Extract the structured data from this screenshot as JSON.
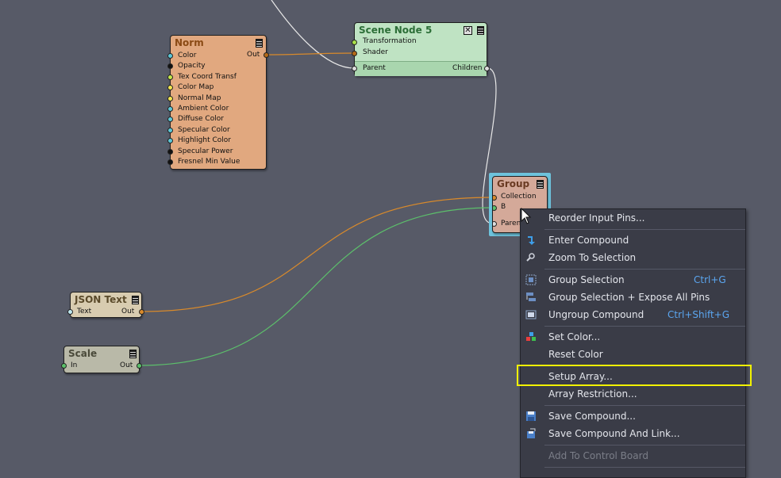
{
  "nodes": {
    "norm": {
      "title": "Norm",
      "out": "Out",
      "inputs": [
        "Color",
        "Opacity",
        "Tex Coord Transf",
        "Color Map",
        "Normal Map",
        "Ambient Color",
        "Diffuse Color",
        "Specular Color",
        "Highlight Color",
        "Specular Power",
        "Fresnel Min Value"
      ],
      "color": "#e1a87f"
    },
    "scene_node": {
      "title": "Scene Node 5",
      "inputs": [
        "Transformation",
        "Shader"
      ],
      "parent": "Parent",
      "children": "Children",
      "color": "#bfe3c3"
    },
    "group": {
      "title": "Group",
      "inputs": [
        "Collection",
        "B"
      ],
      "parent": "Parent",
      "color": "#d4a999",
      "selected_border": "#6ec3dc"
    },
    "json_text": {
      "title": "JSON Text",
      "input": "Text",
      "out": "Out",
      "color": "#d8ccb0"
    },
    "scale": {
      "title": "Scale",
      "input": "In",
      "out": "Out",
      "color": "#b9b9a8"
    }
  },
  "context_menu": {
    "items": [
      {
        "label": "Reorder Input Pins...",
        "icon": null
      },
      {
        "label": "Enter Compound",
        "icon": "enter-compound-icon"
      },
      {
        "label": "Zoom To Selection",
        "icon": "zoom-icon"
      },
      {
        "label": "Group Selection",
        "shortcut": "Ctrl+G",
        "icon": "group-selection-icon"
      },
      {
        "label": "Group Selection + Expose All Pins",
        "icon": "group-expose-icon"
      },
      {
        "label": "Ungroup Compound",
        "shortcut": "Ctrl+Shift+G",
        "icon": "ungroup-icon"
      },
      {
        "label": "Set Color...",
        "icon": "color-swatch-icon"
      },
      {
        "label": "Reset Color",
        "icon": null
      },
      {
        "label": "Setup Array...",
        "icon": null
      },
      {
        "label": "Array Restriction...",
        "icon": null
      },
      {
        "label": "Save Compound...",
        "icon": "save-icon"
      },
      {
        "label": "Save Compound And Link...",
        "icon": "save-link-icon"
      },
      {
        "label": "Add To Control Board",
        "icon": null,
        "disabled": true
      }
    ],
    "highlighted_item": "Setup Array...",
    "highlight_color": "#f2f200"
  },
  "colors": {
    "canvas": "#575a67",
    "wire_orange": "#d98a2b",
    "wire_green": "#5cc06b",
    "wire_white": "#e8e8e8",
    "shortcut": "#5ba6f0"
  }
}
